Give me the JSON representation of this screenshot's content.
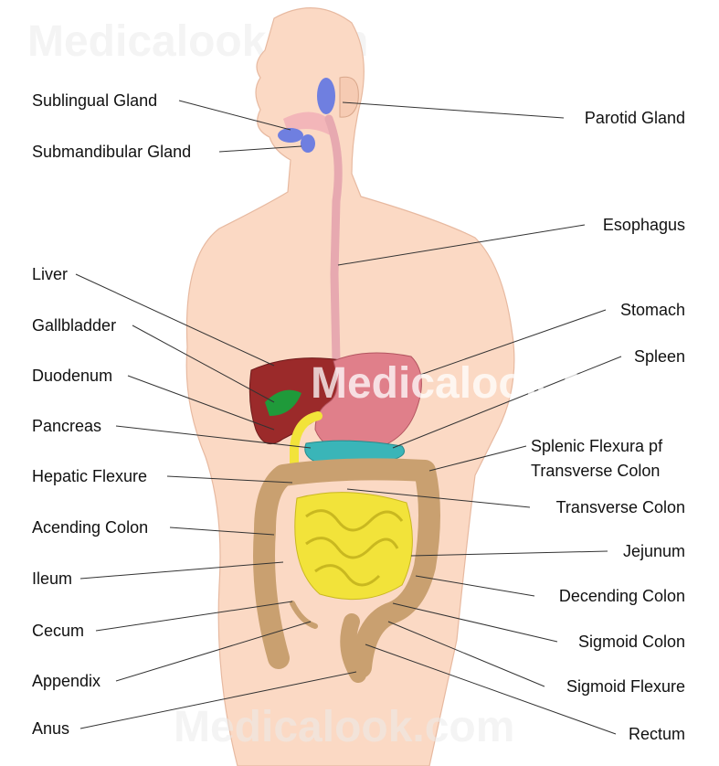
{
  "watermark": "Medicalook.com",
  "labels_left": [
    {
      "id": "sublingual-gland",
      "text": "Sublingual Gland"
    },
    {
      "id": "submandibular-gland",
      "text": "Submandibular Gland"
    },
    {
      "id": "liver",
      "text": "Liver"
    },
    {
      "id": "gallbladder",
      "text": "Gallbladder"
    },
    {
      "id": "duodenum",
      "text": "Duodenum"
    },
    {
      "id": "pancreas",
      "text": "Pancreas"
    },
    {
      "id": "hepatic-flexure",
      "text": "Hepatic Flexure"
    },
    {
      "id": "acending-colon",
      "text": "Acending Colon"
    },
    {
      "id": "ileum",
      "text": "Ileum"
    },
    {
      "id": "cecum",
      "text": "Cecum"
    },
    {
      "id": "appendix",
      "text": "Appendix"
    },
    {
      "id": "anus",
      "text": "Anus"
    }
  ],
  "labels_right": [
    {
      "id": "parotid-gland",
      "text": "Parotid Gland"
    },
    {
      "id": "esophagus",
      "text": "Esophagus"
    },
    {
      "id": "stomach",
      "text": "Stomach"
    },
    {
      "id": "spleen",
      "text": "Spleen"
    },
    {
      "id": "splenic-flexura",
      "text": "Splenic Flexura pf",
      "text2": "Transverse Colon"
    },
    {
      "id": "transverse-colon",
      "text": "Transverse Colon"
    },
    {
      "id": "jejunum",
      "text": "Jejunum"
    },
    {
      "id": "decending-colon",
      "text": "Decending Colon"
    },
    {
      "id": "sigmoid-colon",
      "text": "Sigmoid Colon"
    },
    {
      "id": "sigmoid-flexure",
      "text": "Sigmoid Flexure"
    },
    {
      "id": "rectum",
      "text": "Rectum"
    }
  ],
  "colors": {
    "skin": "#fbd9c4",
    "liver": "#9b2a2a",
    "stomach": "#e07f8a",
    "gallbladder": "#1f9a3a",
    "pancreas": "#3ab5b8",
    "small_intestine": "#f2e33a",
    "colon": "#c9a070",
    "glands": "#6f7fe0",
    "esophagus": "#eab0b6"
  }
}
